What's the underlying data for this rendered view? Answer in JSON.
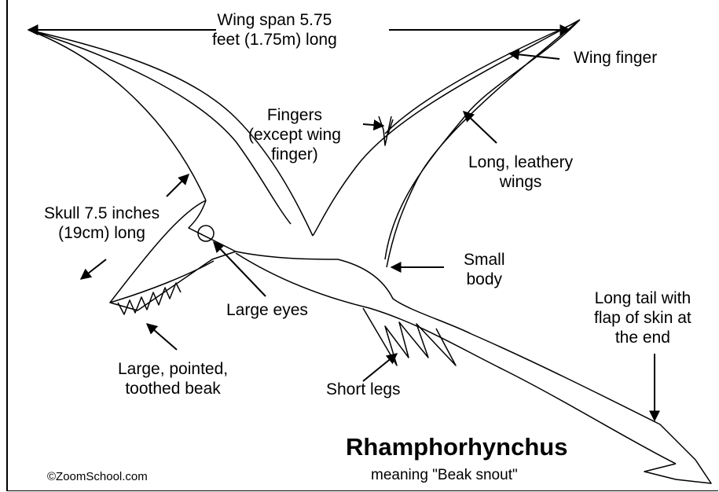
{
  "diagram": {
    "title": "Rhamphorhynchus",
    "subtitle": "meaning \"Beak snout\"",
    "copyright": "©ZoomSchool.com",
    "labels": {
      "wing_span": [
        "Wing span 5.75",
        "feet (1.75m) long"
      ],
      "wing_finger": [
        "Wing finger"
      ],
      "fingers": [
        "Fingers",
        "(except wing",
        "finger)"
      ],
      "wings": [
        "Long, leathery",
        "wings"
      ],
      "skull": [
        "Skull 7.5 inches",
        "(19cm) long"
      ],
      "small_body": [
        "Small",
        "body"
      ],
      "large_eyes": [
        "Large eyes"
      ],
      "tail": [
        "Long tail with",
        "flap of skin at",
        "the end"
      ],
      "beak": [
        "Large, pointed,",
        "toothed beak"
      ],
      "short_legs": [
        "Short legs"
      ]
    }
  }
}
